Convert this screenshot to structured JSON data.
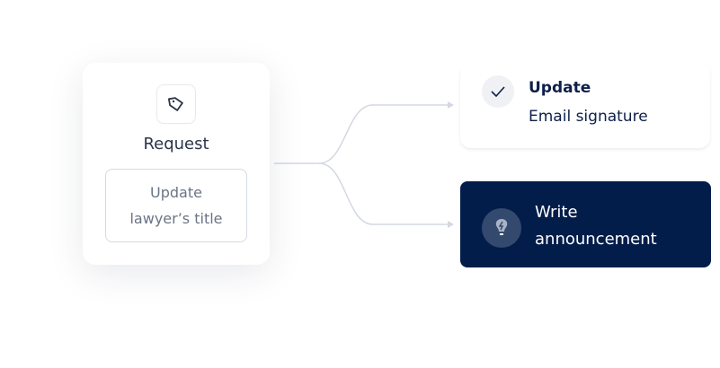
{
  "request": {
    "title": "Request",
    "value_line1": "Update",
    "value_line2": "lawyer’s title",
    "icon": "tag-icon"
  },
  "outputs": [
    {
      "title": "Update",
      "subtitle": "Email signature",
      "icon": "check-icon"
    },
    {
      "line1": "Write",
      "line2": "announcement",
      "icon": "lightbulb-icon"
    }
  ],
  "colors": {
    "navy": "#031d4a",
    "connector": "#d3d8e2"
  }
}
